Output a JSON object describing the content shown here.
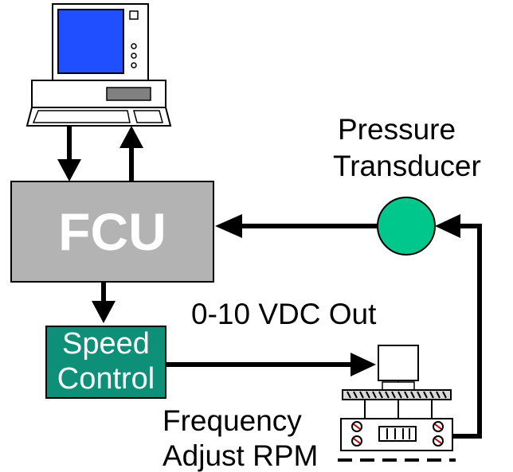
{
  "fcu": {
    "label": "FCU"
  },
  "speed_control": {
    "line1": "Speed",
    "line2": "Control"
  },
  "pressure_transducer": {
    "line1": "Pressure",
    "line2": "Transducer"
  },
  "voltage_label": "0-10 VDC Out",
  "frequency_label": {
    "line1": "Frequency",
    "line2": "Adjust RPM"
  },
  "colors": {
    "fcu_fill": "#b3b3b3",
    "speed_control_fill": "#0e8f78",
    "transducer_fill": "#00c88c",
    "monitor_screen": "#1f4fff"
  }
}
